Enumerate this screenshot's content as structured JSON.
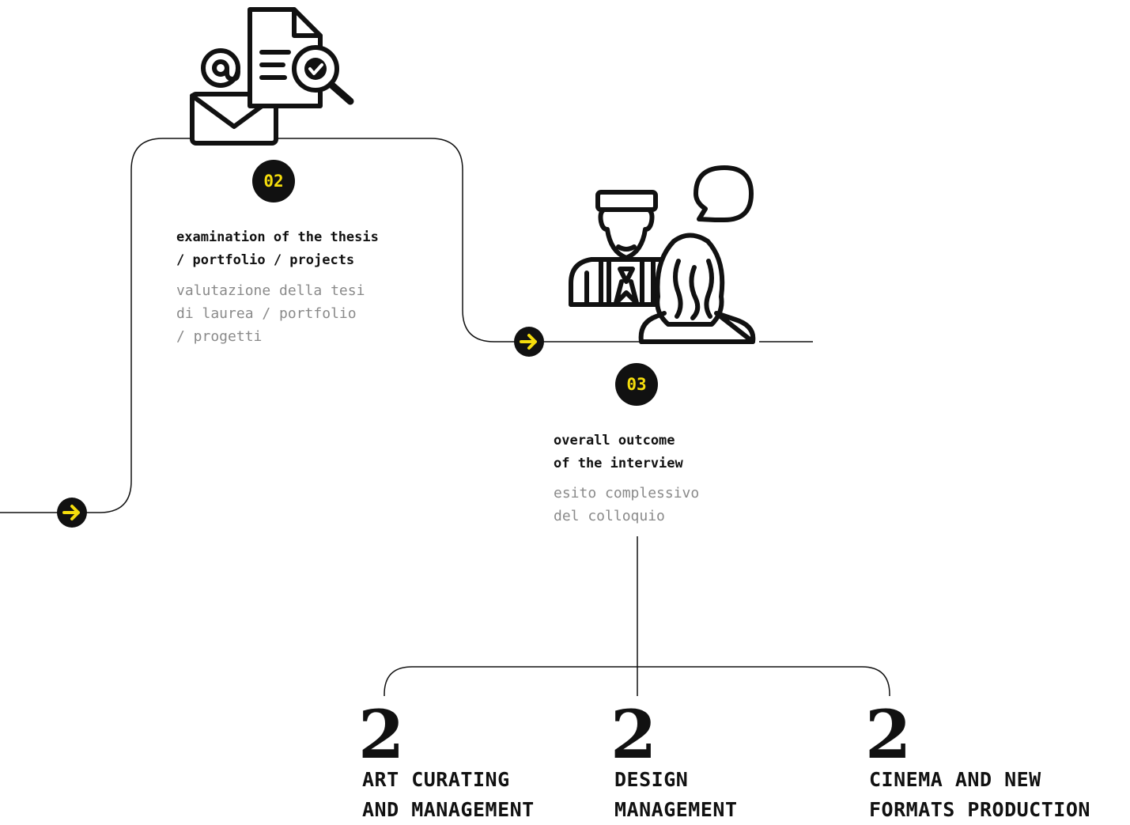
{
  "accent_color": "#f5dd0c",
  "steps": [
    {
      "number": "02",
      "icon": "document-search-email-icon",
      "title_lines": [
        "examination of the thesis",
        "/ portfolio / projects"
      ],
      "subtitle_lines": [
        "valutazione della tesi",
        "di laurea / portfolio",
        "/ progetti"
      ]
    },
    {
      "number": "03",
      "icon": "interview-people-icon",
      "title_lines": [
        "overall outcome",
        "of the interview"
      ],
      "subtitle_lines": [
        "esito complessivo",
        "del colloquio"
      ]
    }
  ],
  "arrow_icon": "arrow-right-icon",
  "courses": [
    {
      "count": "2",
      "name_lines": [
        "ART CURATING",
        "AND MANAGEMENT"
      ]
    },
    {
      "count": "2",
      "name_lines": [
        "DESIGN",
        "MANAGEMENT"
      ]
    },
    {
      "count": "2",
      "name_lines": [
        "CINEMA AND NEW",
        "FORMATS PRODUCTION"
      ]
    }
  ]
}
